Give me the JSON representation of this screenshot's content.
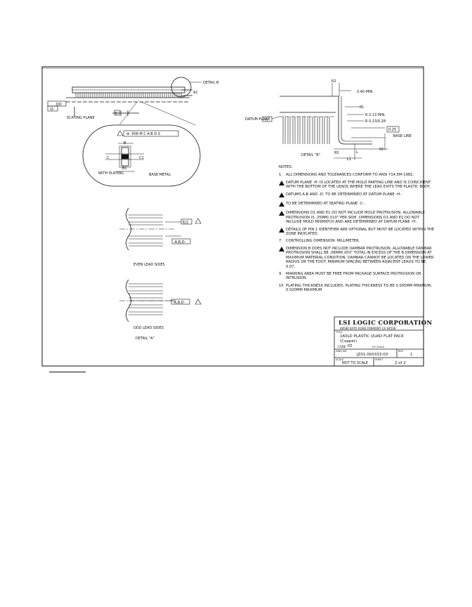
{
  "detail_b_label": "DETAIL B",
  "seating_plane_label": "SCATING PLANE",
  "datum_label_left": "-D-",
  "datum_dd_label": "DD",
  "a1_label": "A1",
  "e_box_label": "E",
  "fcf_frame_text": "⊕ .008 M C A-B D S",
  "detail_zoom": {
    "b": "B",
    "c": "C",
    "c1": "C1",
    "b1": "B1",
    "with_plating": "WITH PLATING",
    "base_metal": "BASE METAL"
  },
  "even_lead": {
    "label": "EVEN LEAD SIDES",
    "frame": "-A,B,D-",
    "ref": "E/2"
  },
  "odd_lead": {
    "label": "ODD LEAD SIDES",
    "frame": "-A,B,D-"
  },
  "detail_a_label": "DETAIL \"A\"",
  "right_detail": {
    "datum_plane": "DATUM PLANE",
    "h_ref": "-H-",
    "r2": "R2",
    "min_040": "0.40 MIN.",
    "radius_min": "R 0.13 MIN.",
    "radius_range": "R 0.13/0.28",
    "gauge": "0.25",
    "base_line": "BASE LINE",
    "theta1": "θ1",
    "theta2": "θ2",
    "theta3": "θ3",
    "l": "L",
    "l1": "L1",
    "detail_b": "DETAIL \"B\""
  },
  "notes": {
    "heading": "NOTES:",
    "items": [
      {
        "mark": "1.",
        "triangle": false,
        "text": "All dimensions and tolerances conform to ANSI Y14.5M-1982."
      },
      {
        "mark": "",
        "triangle": true,
        "text": "Datum plane -H- is located at the mold parting line and is coincident with the bottom of the leads where the lead exits the plastic body."
      },
      {
        "mark": "",
        "triangle": true,
        "text": "Datums A-B and -D- to be determined at datum plane -H-."
      },
      {
        "mark": "",
        "triangle": true,
        "text": "To be determined at seating plane -C-."
      },
      {
        "mark": "",
        "triangle": true,
        "text": "Dimensions D1 and E1 do not include mold protrusion. Allowable protrusion is .25mm/.010\" per side. Dimensions D1 and E1 do not include mold mismatch and are determined at datum plane -H-."
      },
      {
        "mark": "",
        "triangle": true,
        "text": "Details of pin 1 identifier are optional but must be located within the zone indicated."
      },
      {
        "mark": "7.",
        "triangle": false,
        "text": "Controlling dimension: millimeter."
      },
      {
        "mark": "",
        "triangle": true,
        "text": "Dimension B does not include dambar protrusion. Allowable dambar protrusion shall be .08mm/.003\" total in excess of the B dimension at maximum material condition. Dambar cannot be located on the lower radius or the foot. Minimum spacing between adjacent leads to be 0.07."
      },
      {
        "mark": "9.",
        "triangle": false,
        "text": "Marking area must be free from package surface protrusion or intrusion."
      },
      {
        "mark": "10",
        "triangle": false,
        "text": "Plating thickness included, plating thickness to be 0.005mm minimum, 0.020mm maximum"
      }
    ]
  },
  "title_block": {
    "company": "LSI LOGIC CORPORATION",
    "address": "48580 KATO ROAD  FREMONT  CA  94539",
    "title_label": "TITLE",
    "title_line1": "160LD PLASTIC QUAD FLAT PACK",
    "title_line2": "(Copper)",
    "code_label": "CODE",
    "code_value": "PZ",
    "size_note": "(IF 2mm)",
    "dwg_label": "DWG NO.",
    "dwg_value": "JZ01-000333-03",
    "rev_label": "REV",
    "rev_value": "1",
    "scale_label": "SCALE",
    "scale_value": "NOT TO SCALE",
    "sheet_label": "SHEET",
    "sheet_value": "2 of 2"
  }
}
